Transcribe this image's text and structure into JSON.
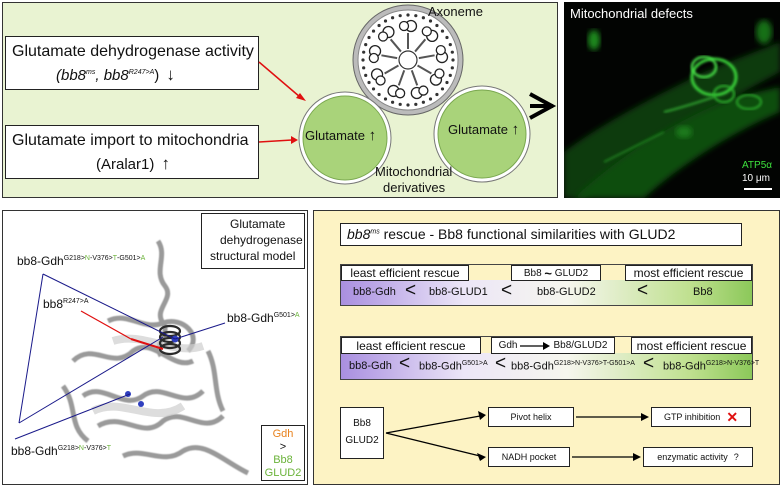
{
  "top_panel": {
    "gdh_activity_line1": "Glutamate dehydrogenase activity",
    "gdh_activity_line2_prefix": "(bb8",
    "gdh_activity_sup1": "ms",
    "gdh_activity_mid": ", bb8",
    "gdh_activity_sup2": "R247>A",
    "gdh_activity_suffix": ")",
    "import_line1": "Glutamate import to mitochondria",
    "import_line2": "(Aralar1)",
    "axoneme_label": "Axoneme",
    "glutamate_label_1": "Glutamate",
    "glutamate_label_2": "Glutamate",
    "derivatives_line1": "Mitochondrial",
    "derivatives_line2": "derivatives",
    "down_arrow": "↓",
    "up_arrow": "↑"
  },
  "micrograph": {
    "title": "Mitochondrial defects",
    "stain_label": "ATP5α",
    "scale_label": "10 μm"
  },
  "model_panel": {
    "title_line1": "Glutamate",
    "title_line2": "dehydrogenase",
    "title_line3": "structural model",
    "label_triple_prefix": "bb8-Gdh",
    "label_triple_sup_a": "G218>",
    "label_triple_sup_b": "N",
    "label_triple_sup_c": "-V376>",
    "label_triple_sup_d": "T",
    "label_triple_sup_e": "-G501>",
    "label_triple_sup_f": "A",
    "label_r247_prefix": "bb8",
    "label_r247_sup": "R247>A",
    "label_g501_prefix": "bb8-Gdh",
    "label_g501_sup_a": "G501>",
    "label_g501_sup_b": "A",
    "label_double_prefix": "bb8-Gdh",
    "label_double_sup_a": "G218>",
    "label_double_sup_b": "N",
    "label_double_sup_c": "-V376>",
    "label_double_sup_d": "T",
    "legend_gdh": "Gdh",
    "legend_gt": ">",
    "legend_bb8": "Bb8",
    "legend_glud2": "GLUD2",
    "colors": {
      "orange": "#e8821e",
      "green": "#6bb33a"
    }
  },
  "rescue_panel": {
    "title_prefix": "bb8",
    "title_sup": "ms",
    "title_rest": " rescue - Bb8 functional similarities with GLUD2",
    "row1": {
      "least": "least efficient rescue",
      "middle_a": "Bb8",
      "middle_symbol": "~",
      "middle_b": "GLUD2",
      "most": "most efficient rescue",
      "items": [
        "bb8-Gdh",
        "<",
        "bb8-GLUD1",
        "<",
        "bb8-GLUD2",
        "<",
        "Bb8"
      ]
    },
    "row2": {
      "least": "least efficient rescue",
      "middle_a": "Gdh",
      "middle_b": "Bb8/GLUD2",
      "most": "most efficient rescue",
      "item1": "bb8-Gdh",
      "lt": "<",
      "item2_prefix": "bb8-Gdh",
      "item2_sup": "G501>A",
      "item3_prefix": "bb8-Gdh",
      "item3_sup": "G218>N-V376>T-G501>A",
      "item4_prefix": "bb8-Gdh",
      "item4_sup": "G218>N-V376>T"
    },
    "bottom": {
      "source_line1": "Bb8",
      "source_line2": "GLUD2",
      "pivot": "Pivot helix",
      "nadh": "NADH pocket",
      "gtp": "GTP inhibition",
      "gtp_mark": "✕",
      "enzymatic": "enzymatic activity",
      "enzymatic_mark": "?"
    }
  }
}
